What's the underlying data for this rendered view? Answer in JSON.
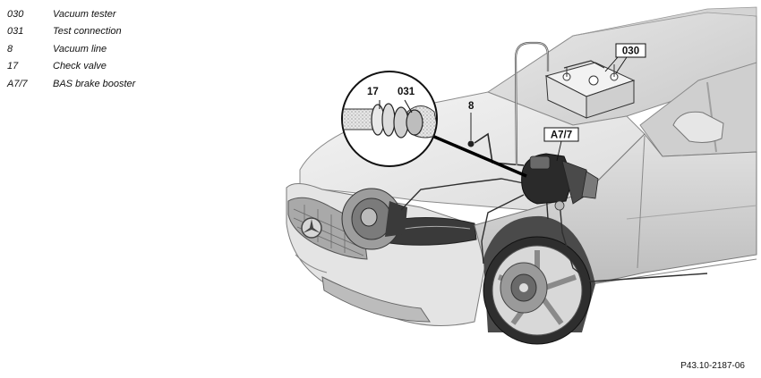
{
  "legend": {
    "items": [
      {
        "code": "030",
        "label": "Vacuum tester"
      },
      {
        "code": "031",
        "label": "Test connection"
      },
      {
        "code": "8",
        "label": "Vacuum line"
      },
      {
        "code": "17",
        "label": "Check valve"
      },
      {
        "code": "A7/7",
        "label": "BAS brake booster"
      }
    ]
  },
  "callouts": {
    "c030": "030",
    "c031": "031",
    "c8": "8",
    "c17": "17",
    "cA77": "A7/7"
  },
  "reference": "P43.10-2187-06",
  "colors": {
    "body_light": "#f0f0f0",
    "body_mid": "#d9d9d9",
    "body_dark": "#9a9a9a",
    "line": "#3a3a3a",
    "dark_parts": "#2a2a2a"
  }
}
